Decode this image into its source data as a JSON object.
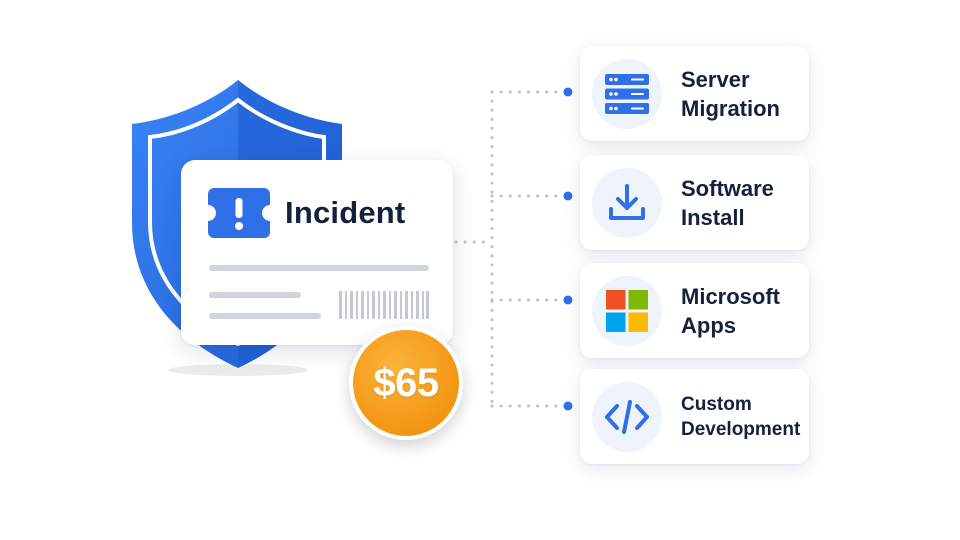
{
  "incident": {
    "title": "Incident",
    "price": "$65"
  },
  "services": [
    {
      "id": "server-migration",
      "line1": "Server",
      "line2": "Migration",
      "icon": "server-icon"
    },
    {
      "id": "software-install",
      "line1": "Software",
      "line2": "Install",
      "icon": "download-icon"
    },
    {
      "id": "microsoft-apps",
      "line1": "Microsoft",
      "line2": "Apps",
      "icon": "microsoft-logo-icon"
    },
    {
      "id": "custom-development",
      "line1": "Custom",
      "line2": "Development",
      "icon": "code-icon"
    }
  ],
  "colors": {
    "brand_blue": "#2f6fe8",
    "shield_blue": "#2a72ea",
    "badge_orange": "#f59a18",
    "text_dark": "#14213d",
    "connector_dot": "#b9c2d3",
    "ms_red": "#f25022",
    "ms_green": "#7fba00",
    "ms_blue": "#00a4ef",
    "ms_yellow": "#ffb900"
  }
}
